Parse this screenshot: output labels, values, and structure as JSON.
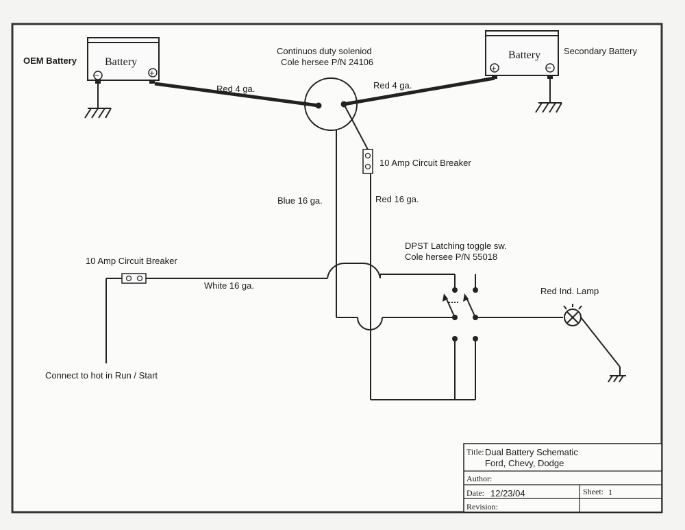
{
  "diagram": {
    "oem_battery_label": "OEM Battery",
    "oem_battery_text": "Battery",
    "secondary_battery_label": "Secondary Battery",
    "secondary_battery_text": "Battery",
    "solenoid_line1": "Continuos duty soleniod",
    "solenoid_line2": "Cole hersee P/N 24106",
    "wire_left": "Red 4 ga.",
    "wire_right": "Red 4 ga.",
    "breaker_right": "10 Amp Circuit Breaker",
    "blue_wire": "Blue 16 ga.",
    "red16_wire": "Red 16 ga.",
    "switch_line1": "DPST Latching toggle sw.",
    "switch_line2": "Cole hersee P/N 55018",
    "breaker_left": "10 Amp Circuit Breaker",
    "white_wire": "White 16 ga.",
    "lamp_label": "Red Ind. Lamp",
    "connect_label": "Connect to hot in Run / Start",
    "plus": "+",
    "minus": "−"
  },
  "title_block": {
    "title_label": "Title:",
    "title_line1": "Dual Battery Schematic",
    "title_line2": "Ford, Chevy, Dodge",
    "author_label": "Author:",
    "date_label": "Date:",
    "date_value": "12/23/04",
    "sheet_label": "Sheet:",
    "sheet_value": "1",
    "revision_label": "Revision:"
  }
}
